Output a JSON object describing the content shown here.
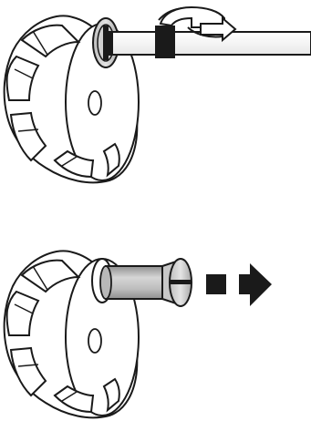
{
  "figure": {
    "panels": [
      {
        "id": "step-1",
        "parts": [
          "knob",
          "knob-recess",
          "screw-head",
          "screwdriver",
          "rotation-arrow"
        ],
        "rotation": "counter-clockwise"
      },
      {
        "id": "step-2",
        "parts": [
          "knob",
          "knob-recess",
          "spindle-pin",
          "removal-arrow"
        ],
        "direction": "right"
      }
    ],
    "colors": {
      "ink": "#1a1a1a",
      "paper": "#ffffff",
      "metal_light": "#d6d6d6",
      "metal_mid": "#bdbdbd",
      "metal_dark": "#8f8f8f"
    }
  }
}
